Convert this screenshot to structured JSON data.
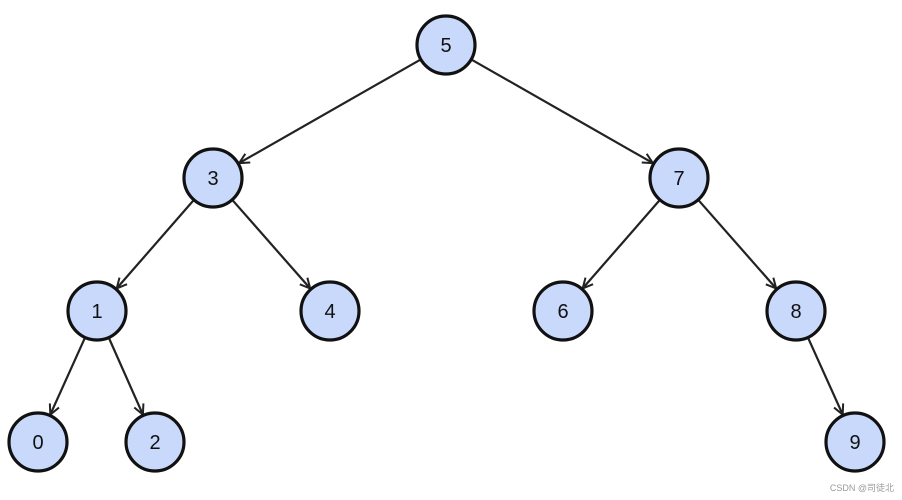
{
  "diagram": {
    "type": "binary-search-tree",
    "node_fill": "#c9d9fb",
    "node_stroke": "#111111",
    "edge_color": "#222222",
    "nodes": [
      {
        "id": "n5",
        "label": "5"
      },
      {
        "id": "n3",
        "label": "3"
      },
      {
        "id": "n7",
        "label": "7"
      },
      {
        "id": "n1",
        "label": "1"
      },
      {
        "id": "n4",
        "label": "4"
      },
      {
        "id": "n6",
        "label": "6"
      },
      {
        "id": "n8",
        "label": "8"
      },
      {
        "id": "n0",
        "label": "0"
      },
      {
        "id": "n2",
        "label": "2"
      },
      {
        "id": "n9",
        "label": "9"
      }
    ],
    "edges": [
      {
        "from": "n5",
        "to": "n3"
      },
      {
        "from": "n5",
        "to": "n7"
      },
      {
        "from": "n3",
        "to": "n1"
      },
      {
        "from": "n3",
        "to": "n4"
      },
      {
        "from": "n7",
        "to": "n6"
      },
      {
        "from": "n7",
        "to": "n8"
      },
      {
        "from": "n1",
        "to": "n0"
      },
      {
        "from": "n1",
        "to": "n2"
      },
      {
        "from": "n8",
        "to": "n9"
      }
    ]
  },
  "watermark": {
    "text": "CSDN @司徒北"
  }
}
